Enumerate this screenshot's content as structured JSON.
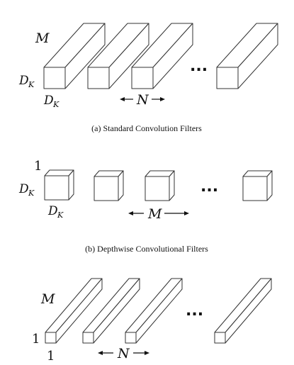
{
  "panel_a": {
    "caption": "(a) Standard Convolution Filters",
    "label_depth": "M",
    "label_height_main": "D",
    "label_height_sub": "K",
    "label_width_main": "D",
    "label_width_sub": "K",
    "count_label": "N",
    "ellipsis": "..."
  },
  "panel_b": {
    "caption": "(b) Depthwise Convolutional Filters",
    "label_depth": "1",
    "label_height_main": "D",
    "label_height_sub": "K",
    "label_width_main": "D",
    "label_width_sub": "K",
    "count_label": "M",
    "ellipsis": "..."
  },
  "panel_c": {
    "label_depth": "M",
    "label_height": "1",
    "label_width": "1",
    "count_label": "N",
    "ellipsis": "..."
  }
}
